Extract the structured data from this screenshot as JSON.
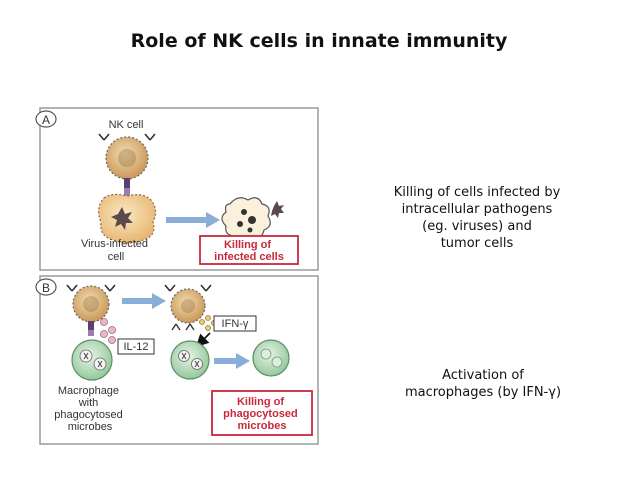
{
  "title": "Role of NK cells in innate immunity",
  "panel_a": {
    "marker": "A",
    "nk_cell_label": "NK cell",
    "target_label": "Virus-infected\ncell",
    "result_label": "Killing of\ninfected cells"
  },
  "panel_b": {
    "marker": "B",
    "il12_label": "IL-12",
    "ifn_label": "IFN-γ",
    "macrophage_label": "Macrophage\nwith\nphagocytosed\nmicrobes",
    "result_label": "Killing of\nphagocytosed\nmicrobes"
  },
  "captions": {
    "killing": "Killing of cells infected by\nintracellular pathogens\n(eg. viruses) and\ntumor cells",
    "activation": "Activation of\nmacrophages (by IFN-γ)"
  },
  "colors": {
    "nk_cell": "#d9b077",
    "infected_cell": "#f4d39b",
    "macrophage": "#bfe0c2",
    "arrow": "#8aaed8",
    "killing_text": "#c8283a",
    "panel_border": "#9a9a9a"
  }
}
